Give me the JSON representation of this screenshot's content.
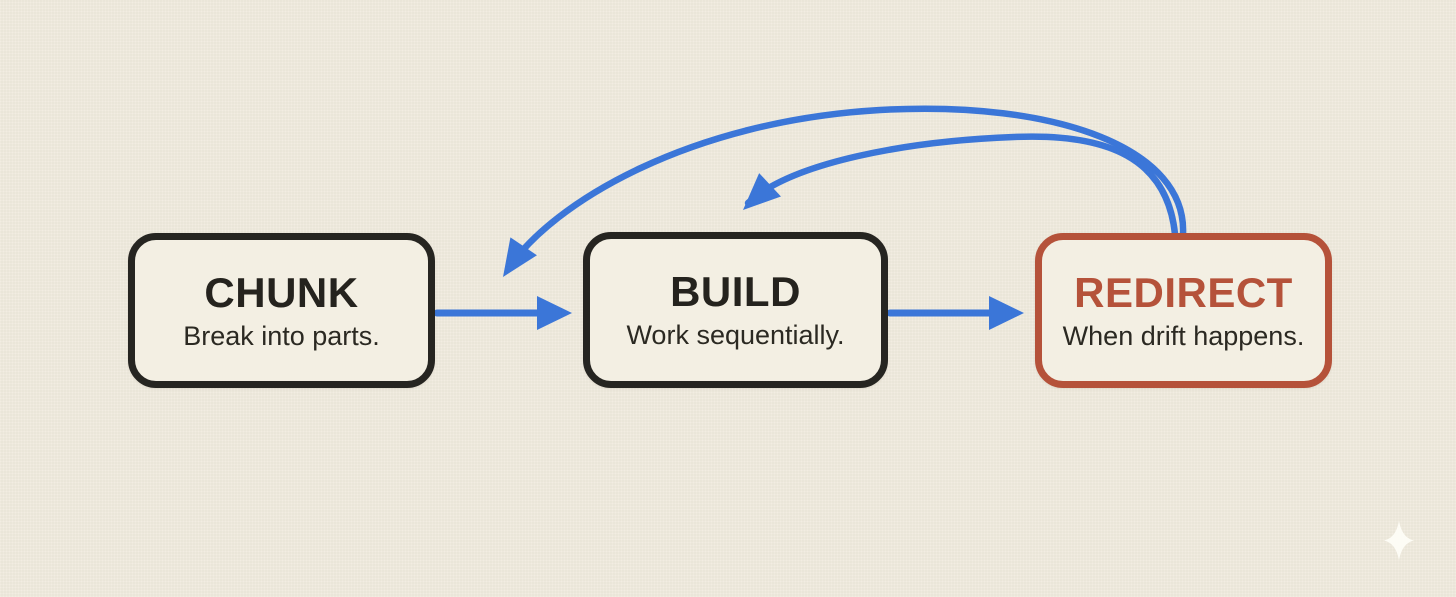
{
  "canvas": {
    "background_color": "#f0ebde"
  },
  "diagram": {
    "arrow_color": "#3b76d8",
    "nodes": [
      {
        "id": "chunk",
        "title": "CHUNK",
        "subtitle": "Break into parts.",
        "accent_color": "#262521"
      },
      {
        "id": "build",
        "title": "BUILD",
        "subtitle": "Work sequentially.",
        "accent_color": "#262521"
      },
      {
        "id": "redirect",
        "title": "REDIRECT",
        "subtitle": "When drift happens.",
        "accent_color": "#b5523a"
      }
    ],
    "edges": [
      {
        "from": "chunk",
        "to": "build",
        "style": "straight"
      },
      {
        "from": "build",
        "to": "redirect",
        "style": "straight"
      },
      {
        "from": "redirect",
        "to": "chunk",
        "style": "curved-loop-back"
      },
      {
        "from": "redirect",
        "to": "build",
        "style": "curved-loop-back"
      }
    ]
  },
  "watermark": {
    "icon": "four-pointed-star-icon",
    "color": "#fdfcf5"
  }
}
